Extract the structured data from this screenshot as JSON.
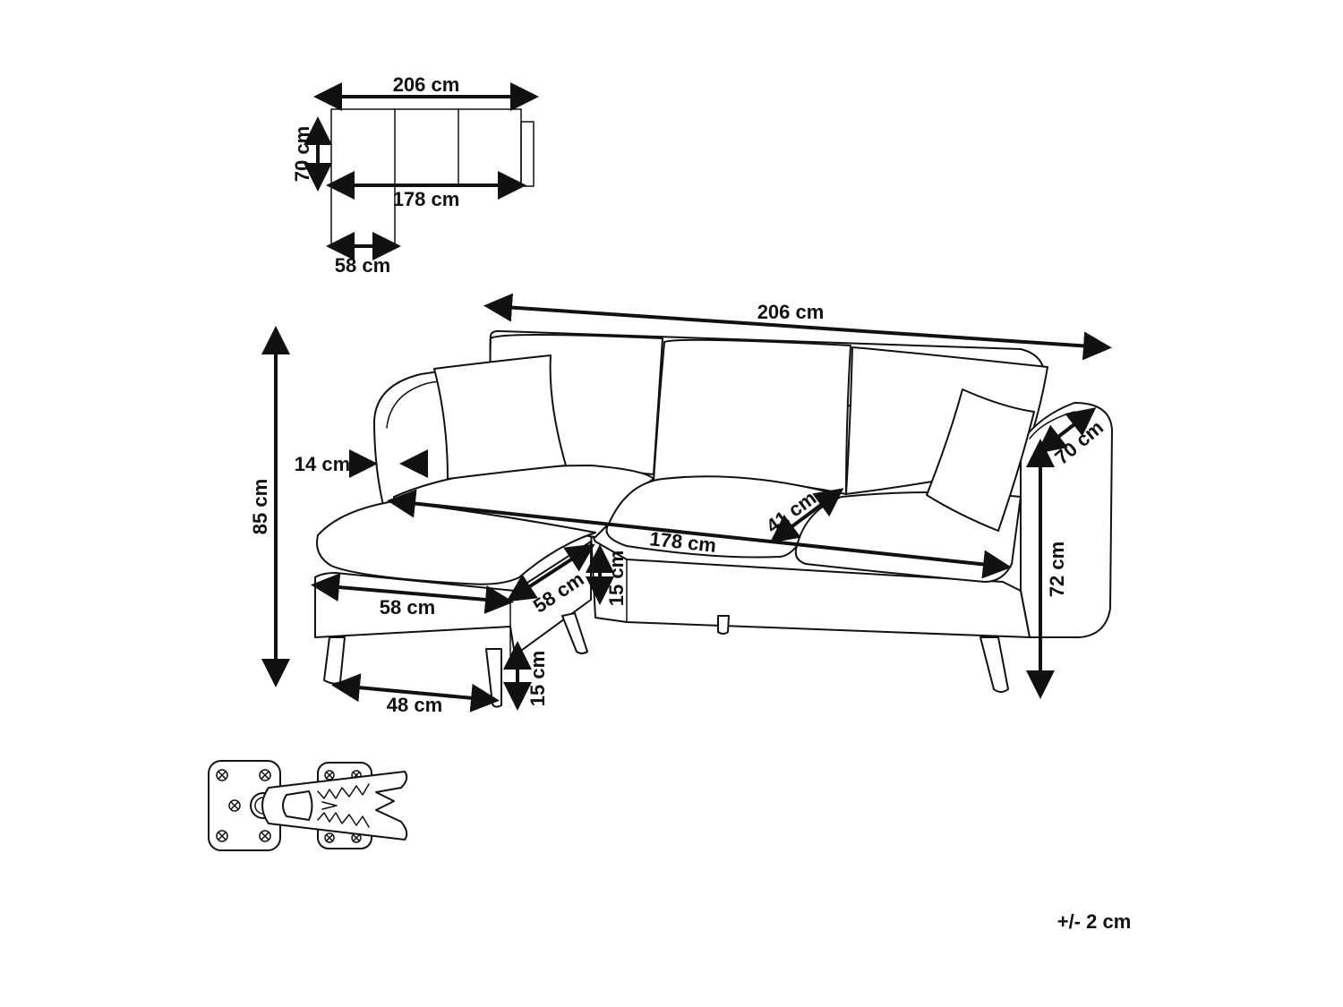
{
  "top_view": {
    "width_label": "206 cm",
    "depth_label": "70 cm",
    "inner_width_label": "178 cm",
    "chaise_width_label": "58 cm"
  },
  "main_view": {
    "total_width_label": "206 cm",
    "total_height_label": "85 cm",
    "arm_width_label": "14 cm",
    "seat_width_label": "178 cm",
    "seat_depth_label": "41 cm",
    "depth_label": "70 cm",
    "seat_height_label": "72 cm",
    "ottoman_width_label": "58 cm",
    "ottoman_depth_label": "58 cm",
    "ottoman_cushion_label": "15 cm",
    "ottoman_leg_height_label": "15 cm",
    "ottoman_base_label": "48 cm"
  },
  "tolerance_label": "+/- 2 cm",
  "colors": {
    "line": "#111111",
    "background": "#ffffff"
  }
}
